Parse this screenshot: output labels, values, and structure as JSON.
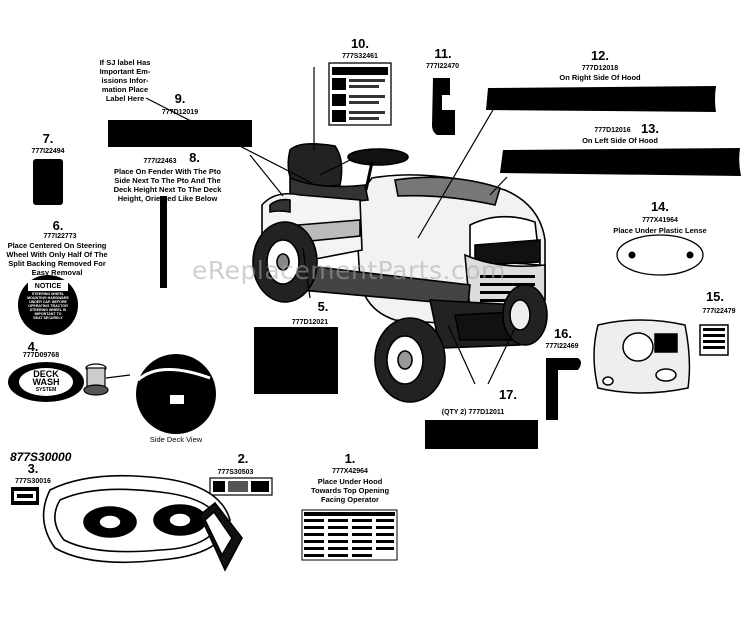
{
  "watermark": "eReplacementParts.com",
  "model": "877S30000",
  "callouts": [
    {
      "id": "c1",
      "number": "1.",
      "part": "777X42964",
      "note": "Place Under Hood\nTowards Top Opening\nFacing Operator"
    },
    {
      "id": "c2",
      "number": "2.",
      "part": "777S30503",
      "note": ""
    },
    {
      "id": "c3",
      "number": "3.",
      "part": "777S30016",
      "note": ""
    },
    {
      "id": "c4",
      "number": "4.",
      "part": "777D09768",
      "note": ""
    },
    {
      "id": "c5",
      "number": "5.",
      "part": "777D12021",
      "note": ""
    },
    {
      "id": "c6",
      "number": "6.",
      "part": "777I22773",
      "note": "Place Centered On Steering\nWheel With Only Half Of The\nSplit Backing Removed For\nEasy Removal"
    },
    {
      "id": "c7",
      "number": "7.",
      "part": "777I22494",
      "note": ""
    },
    {
      "id": "c8",
      "number": "8.",
      "part": "777I22463",
      "note": "Place On Fender With The Pto\nSide Next To The Pto And The\nDeck Height Next To The Deck\nHeight, Oriented Like Below"
    },
    {
      "id": "c9",
      "number": "9.",
      "part": "777D12019",
      "note": ""
    },
    {
      "id": "c10",
      "number": "10.",
      "part": "777S32461",
      "note": ""
    },
    {
      "id": "c11",
      "number": "11.",
      "part": "777I22470",
      "note": ""
    },
    {
      "id": "c12",
      "number": "12.",
      "part": "777D12018",
      "note": "On Right Side Of Hood"
    },
    {
      "id": "c13",
      "number": "13.",
      "part": "777D12016",
      "note": "On Left Side Of Hood"
    },
    {
      "id": "c14",
      "number": "14.",
      "part": "777X41964",
      "note": "Place Under Plastic Lense"
    },
    {
      "id": "c15",
      "number": "15.",
      "part": "777I22479",
      "note": ""
    },
    {
      "id": "c16",
      "number": "16.",
      "part": "777I22469",
      "note": ""
    },
    {
      "id": "c17",
      "number": "17.",
      "part": "(QTY 2) 777D12011",
      "note": ""
    }
  ],
  "emissions_note": "If SJ label Has\nImportant Em-\nissions Infor-\nmation Place\nLabel Here",
  "notice_label": {
    "title": "NOTICE",
    "body": "STEERING WHEEL\nMOUNTING HARDWARE\nUNDER CAP. BEFORE\nOPERATING TRACTOR\nSTEERING WHEEL IS\nIMPORTANT TO\nSEAT SECURELY"
  },
  "deck_wash_label": {
    "line1": "DECK",
    "line2": "WASH",
    "line3": "SYSTEM"
  },
  "side_deck_caption": "Side Deck View",
  "colors": {
    "ink": "#000000",
    "paper": "#ffffff",
    "watermark": "#aaaaaa"
  }
}
